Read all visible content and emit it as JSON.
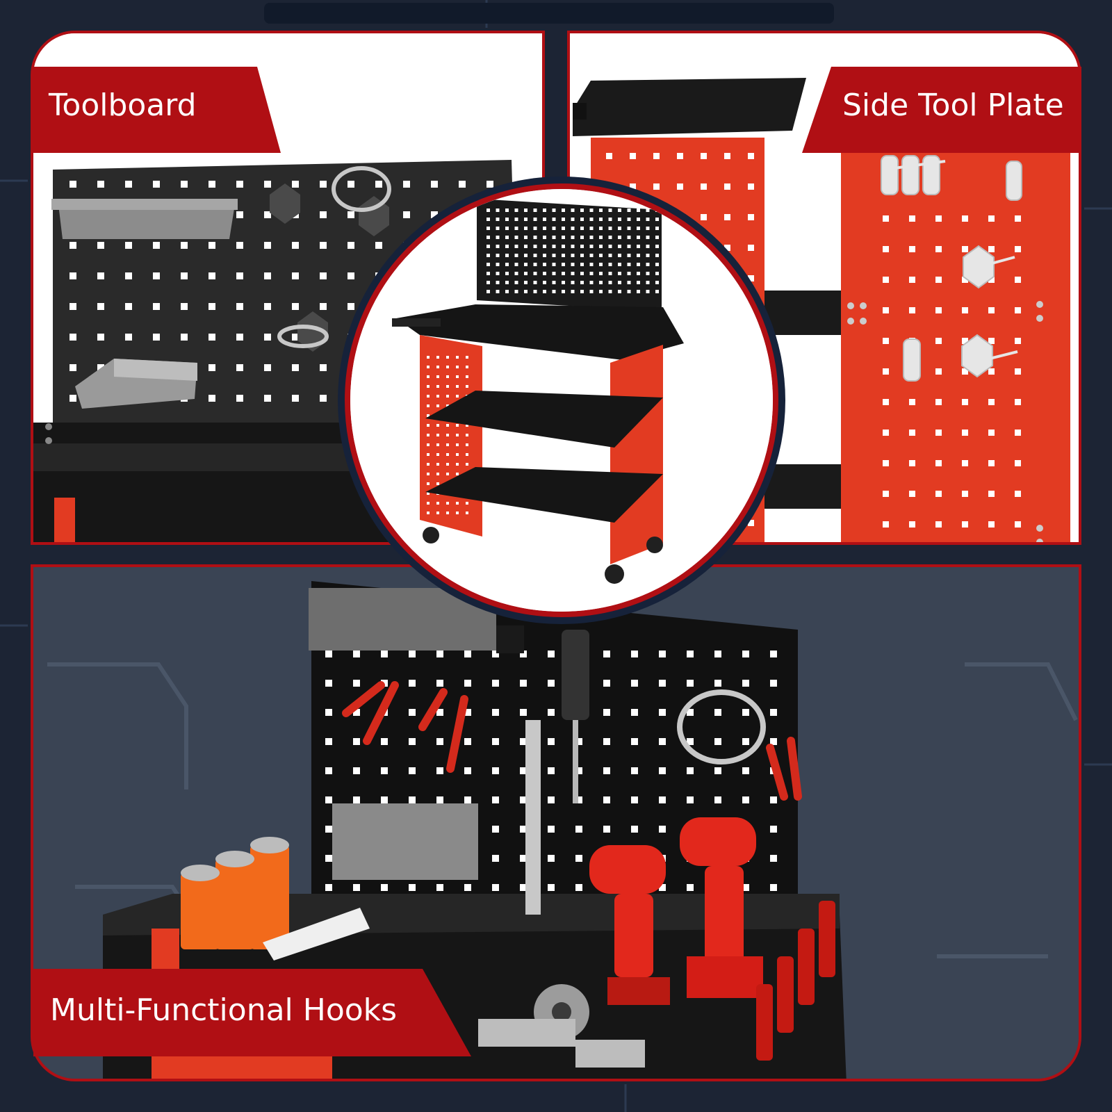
{
  "labels": {
    "toolboard": "Toolboard",
    "side_tool_plate": "Side Tool Plate",
    "multi_functional_hooks": "Multi-Functional Hooks"
  },
  "colors": {
    "accent_red": "#b00f14",
    "panel_red": "#e23b22",
    "board_black": "#1e1e1e",
    "background_navy": "#1c2434"
  }
}
